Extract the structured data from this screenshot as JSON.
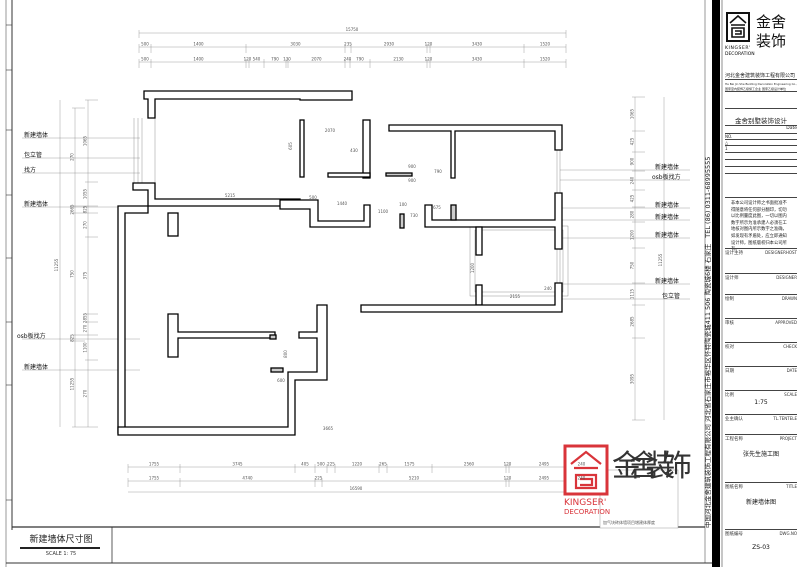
{
  "drawing": {
    "title": "新建墙体尺寸图",
    "scale_label": "SCALE 1: 75",
    "top_dims": {
      "total": "15750",
      "row1": [
        "500",
        "1400",
        "3030",
        "235",
        "2930",
        "120",
        "3430",
        "1520"
      ],
      "row2": [
        "500",
        "1400",
        "120",
        "540",
        "790",
        "130",
        "2070",
        "240",
        "790",
        "2130",
        "120",
        "3430",
        "1520"
      ]
    },
    "bottom_dims": {
      "row1": [
        "1755",
        "3745",
        "405",
        "500",
        "225",
        "1220",
        "265",
        "1575",
        "2560",
        "120",
        "2495",
        "240"
      ],
      "row2": [
        "1755",
        "4740",
        "225",
        "5210",
        "120",
        "2495",
        "240"
      ],
      "total": "16590"
    },
    "interior_dims": [
      "2070",
      "605",
      "430",
      "900",
      "900",
      "790",
      "5215",
      "500",
      "1440",
      "1100",
      "100",
      "730",
      "675",
      "2155",
      "3665",
      "600",
      "800",
      "240",
      "1200"
    ],
    "left_labels": [
      "新建墙体",
      "包立管",
      "找方",
      "新建墙体",
      "osb板找方",
      "新建墙体"
    ],
    "right_labels": [
      "新建墙体",
      "osb板找方",
      "新建墙体",
      "新建墙体",
      "新建墙体",
      "新建墙体",
      "包立管"
    ],
    "left_dims": [
      "1065",
      "1055",
      "825",
      "270",
      "375",
      "2855",
      "270",
      "1100",
      "270",
      "270",
      "2665",
      "750",
      "825",
      "11255"
    ],
    "right_dims": [
      "1065",
      "425",
      "900",
      "240",
      "425",
      "280",
      "1200",
      "750",
      "1115",
      "2685",
      "3095",
      "11255"
    ]
  },
  "watermark": {
    "cn": "金舍装饰",
    "en1": "KINGSER'",
    "en2": "DECORATION",
    "legend_note": "加气块砖体墙项目增建体厚度",
    "color": "#d9343a"
  },
  "side_strip": {
    "address": "中国河北金舍建筑装饰工程有限公司  河北省石家庄市裕华区怀特陶瓷城411  506  陶瓷城6楼  石家庄",
    "tel": "TEL (86)  0311-68995555"
  },
  "title_block": {
    "logo_cn": "金舍装饰",
    "logo_en1": "KINGSER'",
    "logo_en2": "DECORATION",
    "company": "河北金舍建筑装饰工程有限公司",
    "company_en": "He Bei Jin She Building Decoration Engineering Co., Ltd.",
    "qualification": "国家室内装饰乙级施工企业  国家乙级设计单位",
    "project_series": "金舍别墅装饰设计",
    "date_header": "Date",
    "rev_no": "NO.",
    "rev_mark1": "△",
    "rev_mark2": "1",
    "notice": "非本公司设计师之书面批准不得随意将任何部分翻印，切勿以比例量度此图，一切以图内数字所示为准承建人必须在工地核对图内所示数字之准确，如发现有矛盾处，应立即通知设计师，图纸版权归本公司所有。",
    "rows": [
      {
        "cn": "设计主持",
        "en": "DESIGNERHOST",
        "value": ""
      },
      {
        "cn": "设计师",
        "en": "DESIGNER",
        "value": ""
      },
      {
        "cn": "绘制",
        "en": "DRAWN",
        "value": ""
      },
      {
        "cn": "审核",
        "en": "APPROVED",
        "value": ""
      },
      {
        "cn": "校对",
        "en": "CHECK",
        "value": ""
      },
      {
        "cn": "日期",
        "en": "DATE",
        "value": ""
      },
      {
        "cn": "比例",
        "en": "SCALE",
        "value": "1:75"
      },
      {
        "cn": "业主确认",
        "en": "TL.TENTELE",
        "value": ""
      },
      {
        "cn": "工程名称",
        "en": "PROJECT",
        "value": "张先生施工图"
      },
      {
        "cn": "图纸名称",
        "en": "TITLE",
        "value": "新建墙体图"
      },
      {
        "cn": "图纸编号",
        "en": "DWG.NO",
        "value": "ZS-03"
      }
    ]
  }
}
